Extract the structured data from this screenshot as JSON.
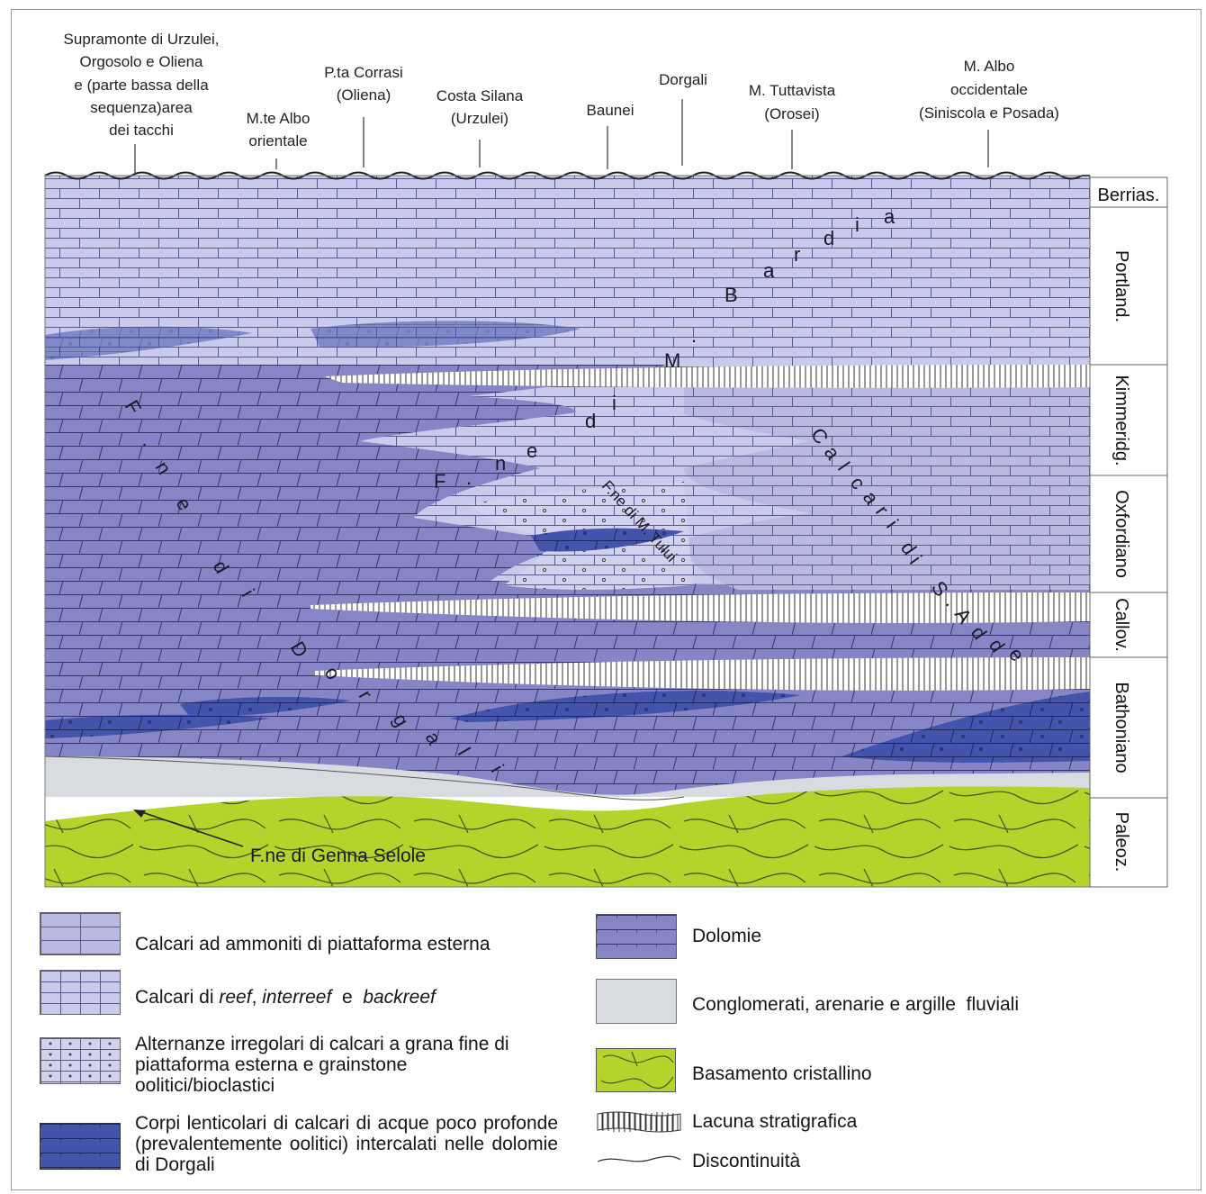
{
  "colors": {
    "limestone_ext": "#b6b6e0",
    "reef": "#cacaec",
    "dolomite": "#8080c2",
    "lenticular": "#3f4fa8",
    "conglomerate": "#d9dde0",
    "basement": "#b2d22a",
    "hatch": "#ffffff"
  },
  "locations": [
    {
      "lines": [
        "Supramonte di Urzulei,",
        "Orgosolo e Oliena",
        "e (parte bassa della",
        "sequenza)area",
        "dei tacchi"
      ]
    },
    {
      "lines": [
        "M.te Albo",
        "orientale"
      ]
    },
    {
      "lines": [
        "P.ta Corrasi",
        "(Oliena)"
      ]
    },
    {
      "lines": [
        "Costa Silana",
        "(Urzulei)"
      ]
    },
    {
      "lines": [
        "Baunei"
      ]
    },
    {
      "lines": [
        "Dorgali"
      ]
    },
    {
      "lines": [
        "M. Tuttavista",
        "(Orosei)"
      ]
    },
    {
      "lines": [
        "M. Albo",
        "occidentale",
        "(Siniscola e Posada)"
      ]
    }
  ],
  "stages": [
    "Berrias.",
    "Portland.",
    "Kimmeridg.",
    "Oxfordiano",
    "Callov.",
    "Bathoniano",
    "Paleoz."
  ],
  "formations": {
    "bardia": [
      "M",
      ".",
      "B",
      "a",
      "r",
      "d",
      "i",
      "a"
    ],
    "tului": "F.ne di M. Tului",
    "fne_di": [
      "F",
      ".",
      "n",
      "e",
      "d",
      "i"
    ],
    "dorgali": [
      "F",
      ".",
      "n",
      "e",
      "d",
      "i",
      "D",
      "o",
      "r",
      "g",
      "a",
      "l",
      "i"
    ],
    "sadde": [
      "C",
      "a",
      "l",
      "c",
      "a",
      "r",
      "i",
      "d",
      "i",
      "S",
      ".",
      "A",
      "d",
      "d",
      "e"
    ],
    "genna_selole": "F.ne di Genna Selole"
  },
  "legend": {
    "limestone_ext": "Calcari ad ammoniti di piattaforma esterna",
    "reef_prefix": "Calcari di ",
    "reef_word": "reef",
    "reef_comma": ", ",
    "interreef_word": "interreef",
    "reef_and": "  e  ",
    "backreef_word": "backreef",
    "alternanze": "Alternanze irregolari di calcari a grana fine di piattaforma esterna e grainstone oolitici/bioclastici",
    "corpi": "Corpi lenticolari di calcari di acque poco profonde (prevalentemente oolitici) intercalati nelle dolomie di Dorgali",
    "dolomie": "Dolomie",
    "conglomerati": "Conglomerati, arenarie e argille  fluviali",
    "basamento": "Basamento cristallino",
    "lacuna": "Lacuna stratigrafica",
    "discontinuita": "Discontinuità"
  }
}
